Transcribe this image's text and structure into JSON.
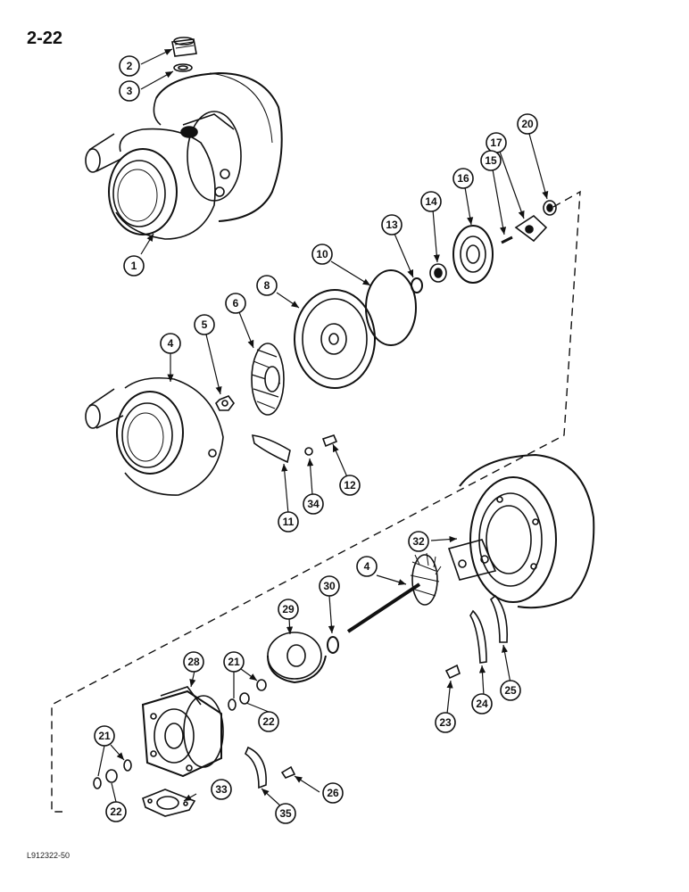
{
  "page_number": "2-22",
  "figure_id": "L912322-50",
  "callouts": [
    {
      "id": "c2",
      "label": "2"
    },
    {
      "id": "c3",
      "label": "3"
    },
    {
      "id": "c1",
      "label": "1"
    },
    {
      "id": "c20",
      "label": "20"
    },
    {
      "id": "c17",
      "label": "17"
    },
    {
      "id": "c15",
      "label": "15"
    },
    {
      "id": "c16",
      "label": "16"
    },
    {
      "id": "c14",
      "label": "14"
    },
    {
      "id": "c13",
      "label": "13"
    },
    {
      "id": "c10",
      "label": "10"
    },
    {
      "id": "c8",
      "label": "8"
    },
    {
      "id": "c6",
      "label": "6"
    },
    {
      "id": "c5",
      "label": "5"
    },
    {
      "id": "c4a",
      "label": "4"
    },
    {
      "id": "c12",
      "label": "12"
    },
    {
      "id": "c34",
      "label": "34"
    },
    {
      "id": "c11",
      "label": "11"
    },
    {
      "id": "c32",
      "label": "32"
    },
    {
      "id": "c4b",
      "label": "4"
    },
    {
      "id": "c30",
      "label": "30"
    },
    {
      "id": "c29",
      "label": "29"
    },
    {
      "id": "c28",
      "label": "28"
    },
    {
      "id": "c21a",
      "label": "21"
    },
    {
      "id": "c22a",
      "label": "22"
    },
    {
      "id": "c24",
      "label": "24"
    },
    {
      "id": "c25",
      "label": "25"
    },
    {
      "id": "c23",
      "label": "23"
    },
    {
      "id": "c21b",
      "label": "21"
    },
    {
      "id": "c22b",
      "label": "22"
    },
    {
      "id": "c33",
      "label": "33"
    },
    {
      "id": "c35",
      "label": "35"
    },
    {
      "id": "c26",
      "label": "26"
    }
  ]
}
